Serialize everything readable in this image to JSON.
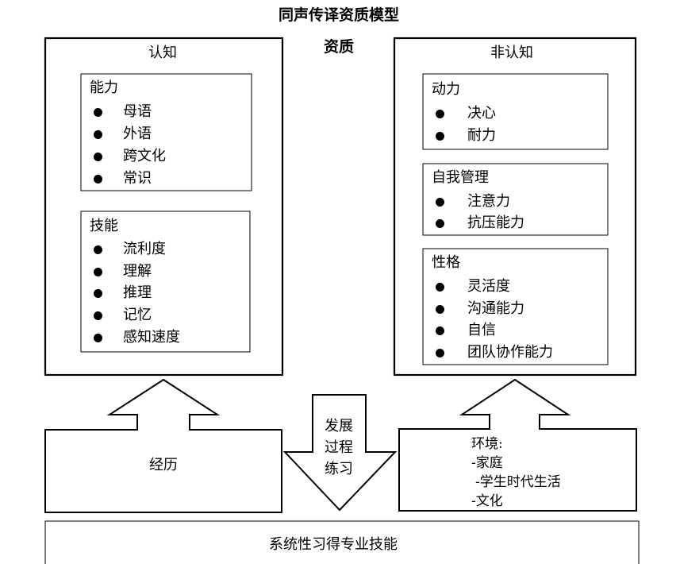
{
  "title": "同声传译资质模型",
  "center_label": "资质",
  "cognitive": {
    "heading": "认知",
    "ability": {
      "heading": "能力",
      "items": [
        "母语",
        "外语",
        "跨文化",
        "常识"
      ]
    },
    "skills": {
      "heading": "技能",
      "items": [
        "流利度",
        "理解",
        "推理",
        "记忆",
        "感知速度"
      ]
    }
  },
  "noncognitive": {
    "heading": "非认知",
    "motivation": {
      "heading": "动力",
      "items": [
        "决心",
        "耐力"
      ]
    },
    "self_management": {
      "heading": "自我管理",
      "items": [
        "注意力",
        "抗压能力"
      ]
    },
    "personality": {
      "heading": "性格",
      "items": [
        "灵活度",
        "沟通能力",
        "自信",
        "团队协作能力"
      ]
    }
  },
  "experience": {
    "label": "经历"
  },
  "development": {
    "lines": [
      "发展",
      "过程",
      "练习"
    ]
  },
  "environment": {
    "heading": "环境:",
    "lines": [
      "-家庭",
      "-学生时代生活",
      "-文化"
    ]
  },
  "bottom": {
    "label": "系统性习得专业技能"
  }
}
